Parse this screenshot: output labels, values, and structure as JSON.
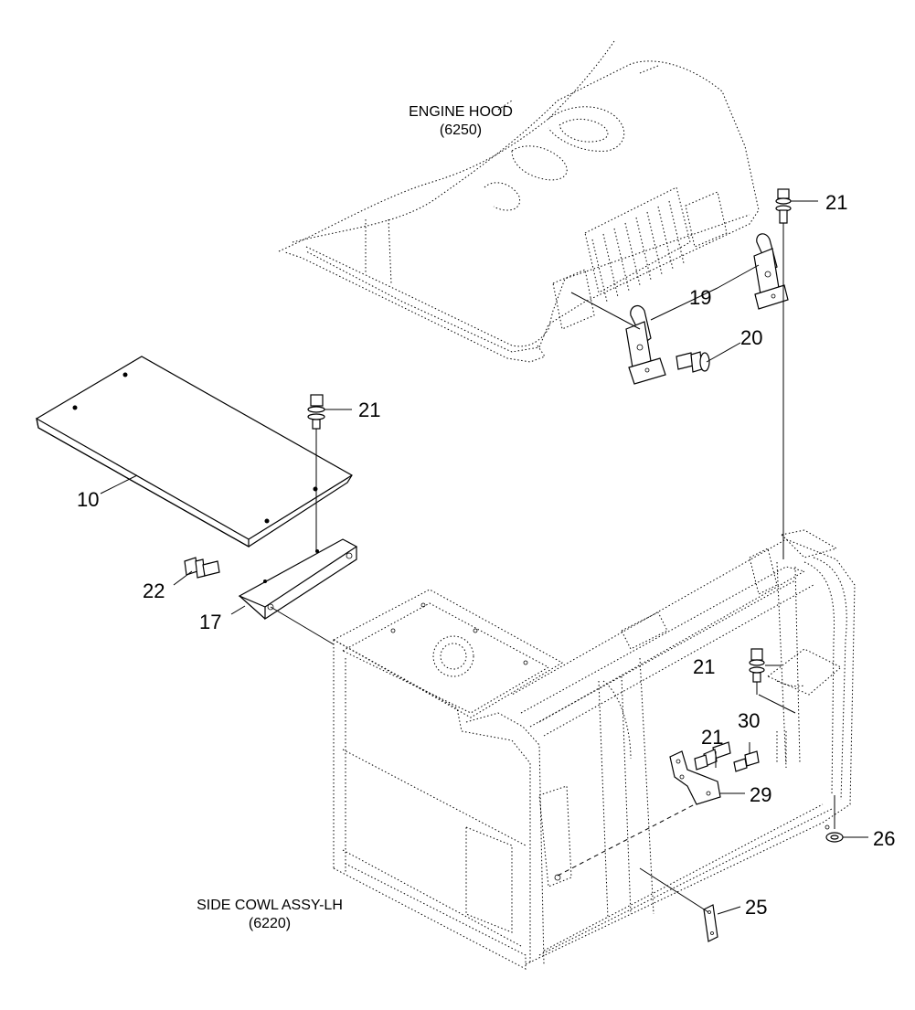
{
  "assemblies": {
    "engine_hood": {
      "name": "ENGINE HOOD",
      "code": "(6250)"
    },
    "side_cowl": {
      "name": "SIDE COWL ASSY-LH",
      "code": "(6220)"
    }
  },
  "callouts": {
    "c10": "10",
    "c17": "17",
    "c19": "19",
    "c20": "20",
    "c21a": "21",
    "c21b": "21",
    "c21c": "21",
    "c21d": "21",
    "c22": "22",
    "c25": "25",
    "c26": "26",
    "c29": "29",
    "c30": "30"
  }
}
